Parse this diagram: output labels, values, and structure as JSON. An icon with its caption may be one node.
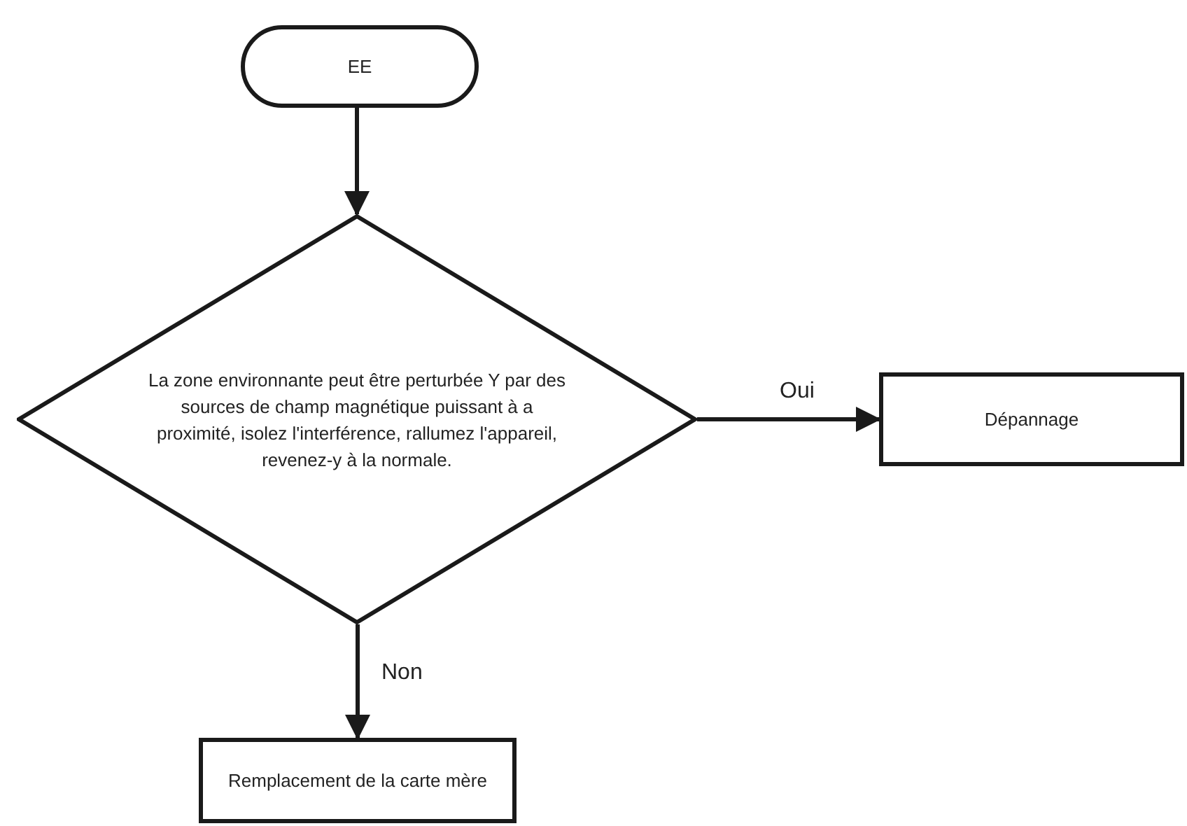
{
  "diagram": {
    "nodes": [
      {
        "text": [
          "EE"
        ]
      },
      {
        "text": [
          "La zone environnante peut être perturbée Y par des sources de champ magnétique puissant à a proximité, isolez l'interférence, rallumez l'appareil, revenez-y à la normale."
        ]
      },
      {
        "text": [
          "Dépannage"
        ]
      },
      {
        "text": [
          "Remplacement de la carte mère"
        ]
      }
    ],
    "edges": [
      {
        "from": 0,
        "to": 1,
        "arrow": "to"
      },
      {
        "from": 1,
        "to": 2,
        "arrow": "to",
        "label": "Oui"
      },
      {
        "from": 1,
        "to": 3,
        "arrow": "to",
        "label": "Non"
      }
    ]
  }
}
